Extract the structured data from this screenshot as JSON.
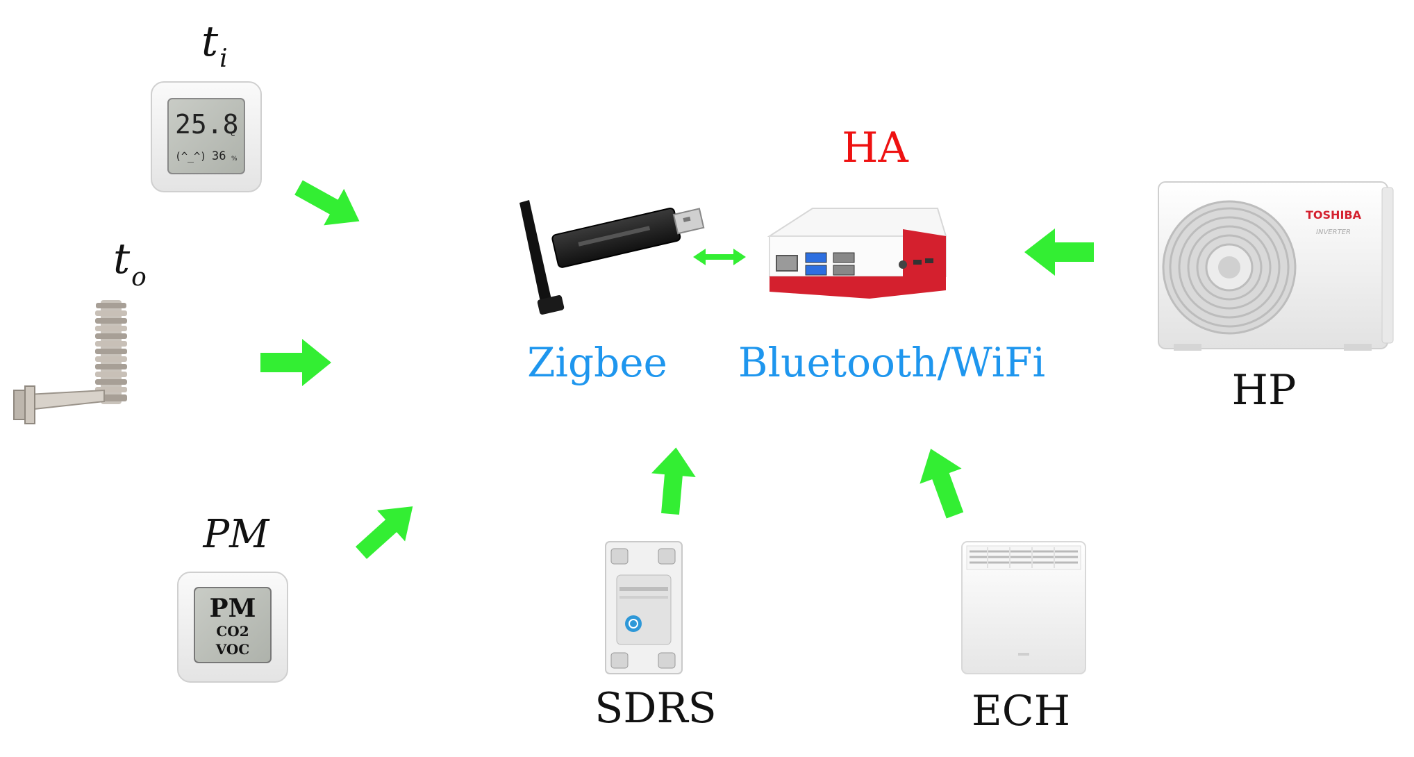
{
  "labels": {
    "ti_main": "t",
    "ti_sub": "i",
    "to_main": "t",
    "to_sub": "o",
    "pm": "PM",
    "zigbee": "Zigbee",
    "bt_wifi": "Bluetooth/WiFi",
    "ha": "HA",
    "hp": "HP",
    "sdrs": "SDRS",
    "ech": "ECH"
  },
  "devices": {
    "thermometer_display": {
      "reading": "25.8",
      "unit": "c",
      "face": "(^_^)",
      "humidity": "36",
      "humidity_unit": "%"
    },
    "pm_sensor_display": {
      "line1": "PM",
      "line2": "CO2",
      "line3": "VOC"
    },
    "hp_brand": "TOSHIBA",
    "hp_model": "INVERTER"
  },
  "colors": {
    "arrow": "#33ee33",
    "blue_label": "#1e96ee",
    "red_label": "#ee1111",
    "black_label": "#111111"
  }
}
